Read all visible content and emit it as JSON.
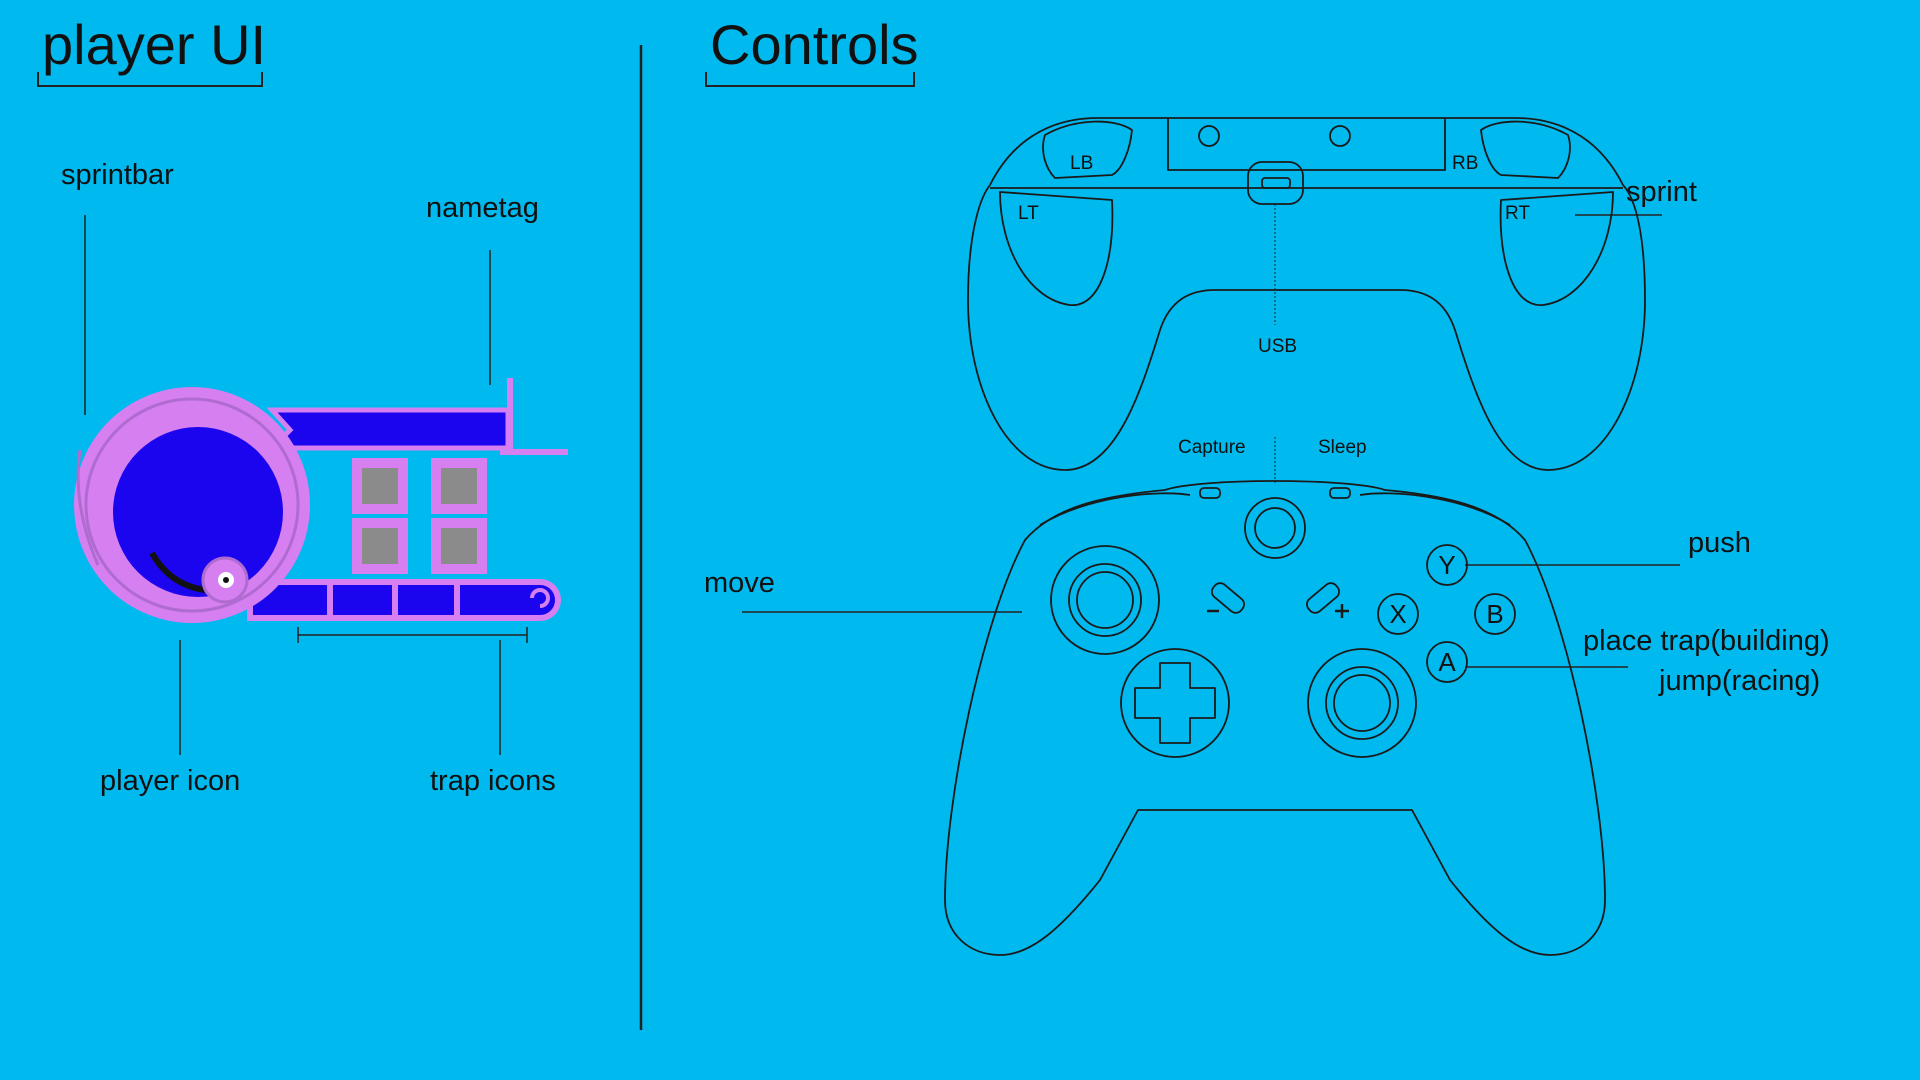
{
  "sections": {
    "player_ui_title": "player UI",
    "controls_title": "Controls"
  },
  "player_ui": {
    "sprintbar_label": "sprintbar",
    "nametag_label": "nametag",
    "player_icon_label": "player icon",
    "trap_icons_label": "trap icons"
  },
  "controls": {
    "sprint_label": "sprint",
    "push_label": "push",
    "move_label": "move",
    "place_trap_label": "place trap(building)",
    "jump_label": "jump(racing)"
  },
  "controller_markings": {
    "lb": "LB",
    "rb": "RB",
    "lt": "LT",
    "rt": "RT",
    "usb": "USB",
    "capture": "Capture",
    "sleep": "Sleep",
    "y": "Y",
    "x": "X",
    "b": "B",
    "a": "A"
  },
  "colors": {
    "background": "#00b9ee",
    "ui_pink": "#d57ff0",
    "ui_blue": "#1a05ee",
    "trap_gray": "#8b8b8b"
  }
}
